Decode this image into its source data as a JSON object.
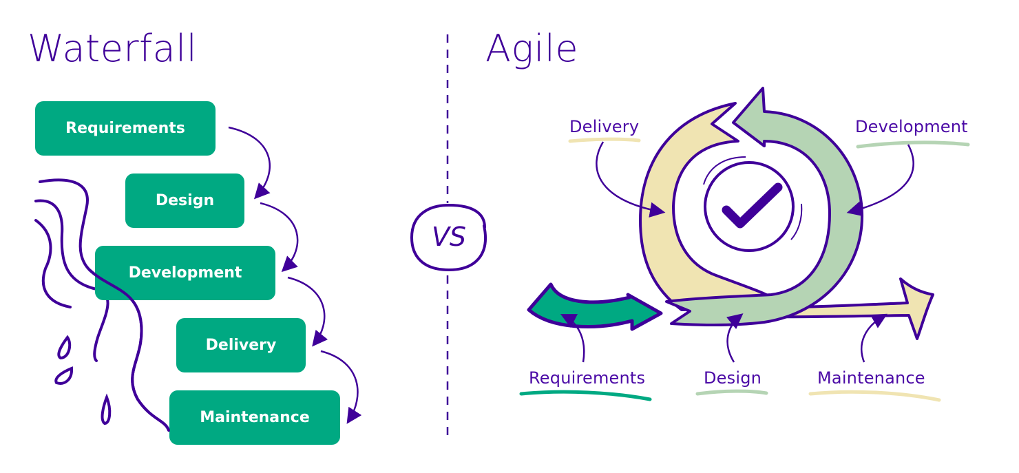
{
  "colors": {
    "purple": "#3f0099",
    "green": "#00a982",
    "sage": "#b5d4b4",
    "cream": "#f0e4b2",
    "white": "#ffffff"
  },
  "waterfall": {
    "title": "Waterfall",
    "stages": [
      {
        "label": "Requirements"
      },
      {
        "label": "Design"
      },
      {
        "label": "Development"
      },
      {
        "label": "Delivery"
      },
      {
        "label": "Maintenance"
      }
    ]
  },
  "divider": {
    "vs_label": "VS"
  },
  "agile": {
    "title": "Agile",
    "center_icon": "checkmark-icon",
    "labels": {
      "delivery": "Delivery",
      "development": "Development",
      "requirements": "Requirements",
      "design": "Design",
      "maintenance": "Maintenance"
    }
  }
}
